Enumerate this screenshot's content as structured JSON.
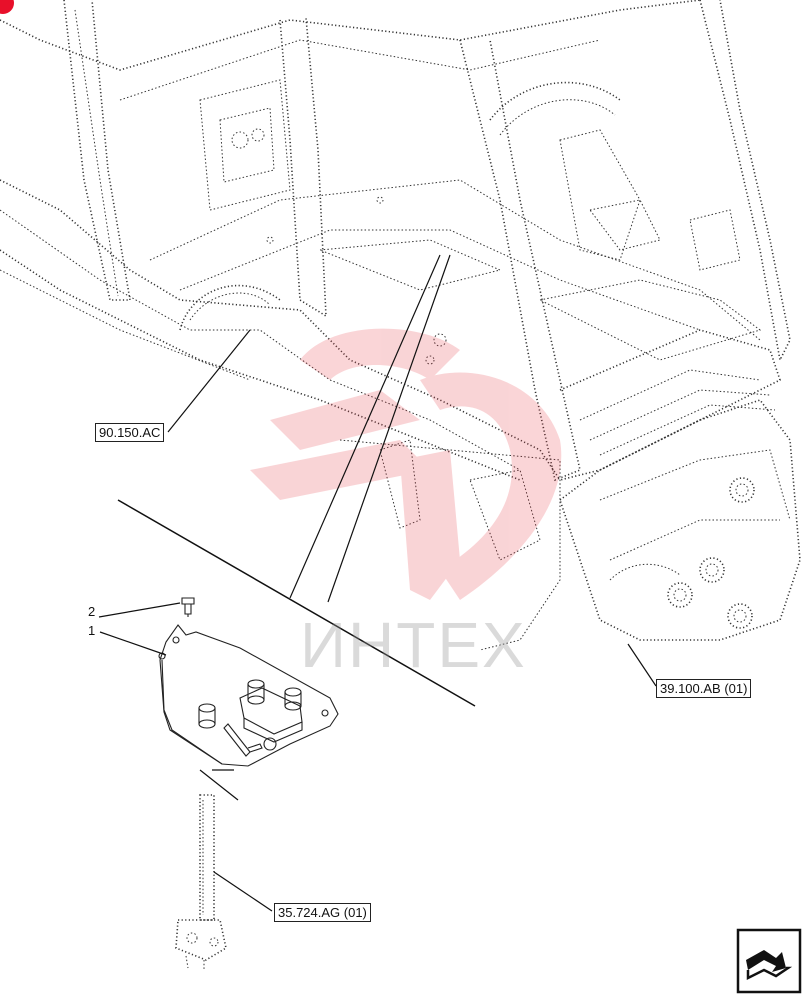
{
  "diagram": {
    "references": {
      "cab_ref": "90.150.AC",
      "frame_ref": "39.100.AB (01)",
      "control_ref": "35.724.AG (01)"
    },
    "callouts": {
      "bolt_num": "2",
      "plate_num": "1"
    },
    "watermark": {
      "text": "ИНТЕХ",
      "color": "#e8404a"
    },
    "nav_icon": "return-arrow-icon",
    "colors": {
      "line": "#222222",
      "corner_mark": "#e8102a"
    }
  }
}
